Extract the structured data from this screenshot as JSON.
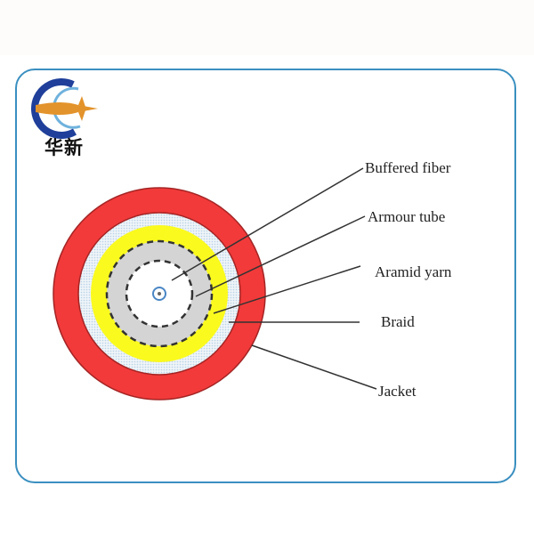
{
  "logo": {
    "text": "华新"
  },
  "diagram": {
    "labels": {
      "buffered_fiber": "Buffered fiber",
      "armour_tube": "Armour tube",
      "aramid_yarn": "Aramid yarn",
      "braid": "Braid",
      "jacket": "Jacket"
    },
    "colors": {
      "jacket": "#f23a3a",
      "braid": "#dde9f2",
      "aramid_yarn": "#fafa1e",
      "armour_tube": "#d4d4d4",
      "frame": "#3a8fc0"
    }
  }
}
